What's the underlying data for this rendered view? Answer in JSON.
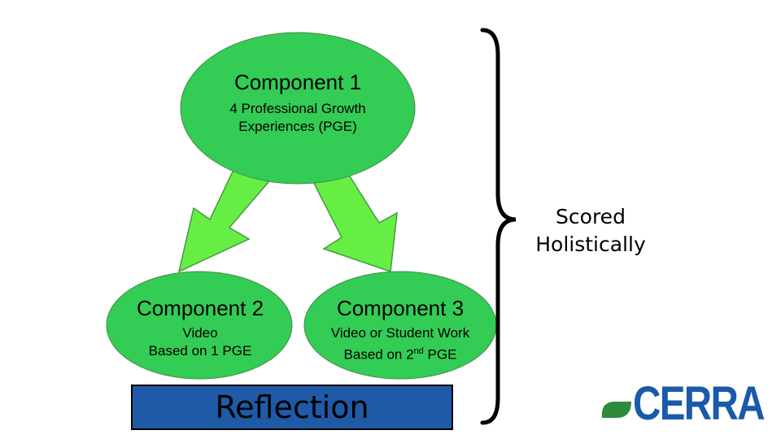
{
  "component1": {
    "title": "Component 1",
    "subtitle_line1": "4 Professional Growth",
    "subtitle_line2": "Experiences (PGE)"
  },
  "component2": {
    "title": "Component 2",
    "subtitle_line1": "Video",
    "subtitle_line2": "Based on 1 PGE"
  },
  "component3": {
    "title": "Component 3",
    "subtitle_line1": "Video or Student Work",
    "subtitle_line2_prefix": "Based on 2",
    "subtitle_line2_sup": "nd",
    "subtitle_line2_suffix": " PGE"
  },
  "reflection": {
    "label": "Reflection"
  },
  "scored": {
    "line1": "Scored",
    "line2": "Holistically"
  },
  "logo": {
    "text": "CERRA"
  },
  "colors": {
    "ellipse_fill": "#33cc55",
    "arrow_fill": "#66ee44",
    "reflection_fill": "#1f5aa6",
    "logo_blue": "#1a5aa8",
    "logo_green": "#2e8b3a"
  }
}
